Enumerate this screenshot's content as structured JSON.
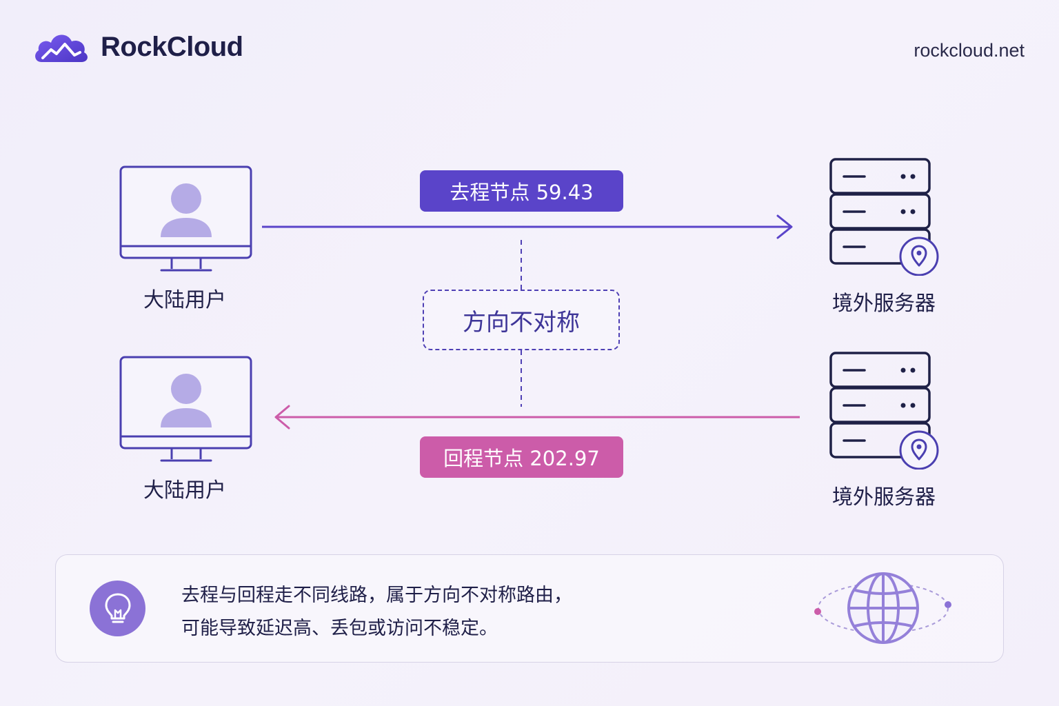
{
  "brand": {
    "name": "RockCloud",
    "url": "rockcloud.net",
    "icon": "cloud-icon",
    "accent": "#5a44c9"
  },
  "nodes": {
    "user_top": "大陆用户",
    "user_bottom": "大陆用户",
    "server_top": "境外服务器",
    "server_bottom": "境外服务器"
  },
  "routes": {
    "outbound": {
      "label": "去程节点 59.43",
      "color": "#5a44c9"
    },
    "return": {
      "label": "回程节点 202.97",
      "color": "#cc5ca9"
    },
    "asymmetry_label": "方向不对称"
  },
  "note": {
    "line1": "去程与回程走不同线路，属于方向不对称路由，",
    "line2": "可能导致延迟高、丢包或访问不稳定。",
    "icon": "lightbulb-icon",
    "globe_icon": "globe-icon"
  },
  "icons": [
    "cloud-icon",
    "monitor-icon",
    "user-icon",
    "server-icon",
    "location-pin-icon",
    "lightbulb-icon",
    "globe-icon"
  ]
}
